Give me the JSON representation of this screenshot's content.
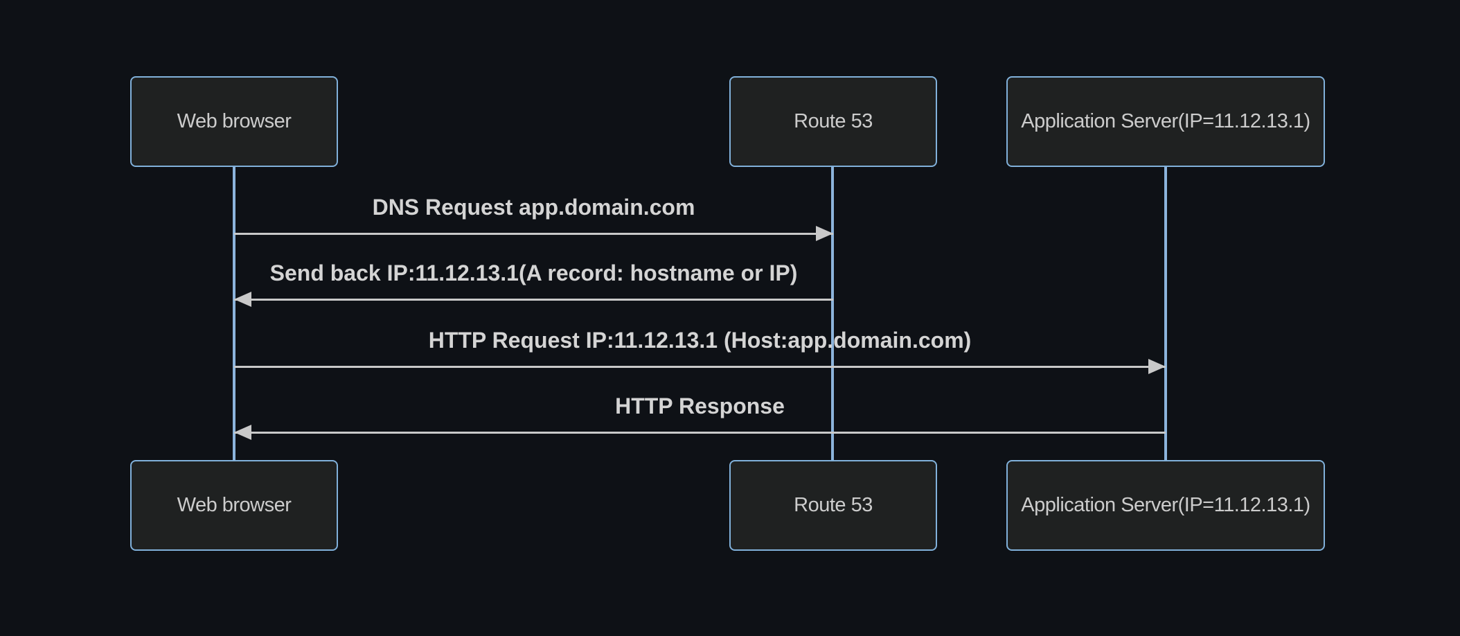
{
  "diagram": {
    "type": "sequence",
    "colors": {
      "background": "#0e1116",
      "actor_fill": "#1f2121",
      "actor_border": "#81b1db",
      "actor_text": "#cccccc",
      "lifeline": "#8cb4dc",
      "message_line": "#c9c9c9",
      "message_text": "#d4d4d4"
    },
    "actors": [
      {
        "id": "web-browser",
        "label": "Web browser"
      },
      {
        "id": "route-53",
        "label": "Route 53"
      },
      {
        "id": "app-server",
        "label": "Application Server(IP=11.12.13.1)"
      }
    ],
    "messages": [
      {
        "from": "web-browser",
        "to": "route-53",
        "direction": "right",
        "text": "DNS Request app.domain.com"
      },
      {
        "from": "route-53",
        "to": "web-browser",
        "direction": "left",
        "text": "Send back IP:11.12.13.1(A record: hostname or IP)"
      },
      {
        "from": "web-browser",
        "to": "app-server",
        "direction": "right",
        "text": "HTTP Request IP:11.12.13.1 (Host:app.domain.com)"
      },
      {
        "from": "app-server",
        "to": "web-browser",
        "direction": "left",
        "text": "HTTP Response"
      }
    ]
  }
}
